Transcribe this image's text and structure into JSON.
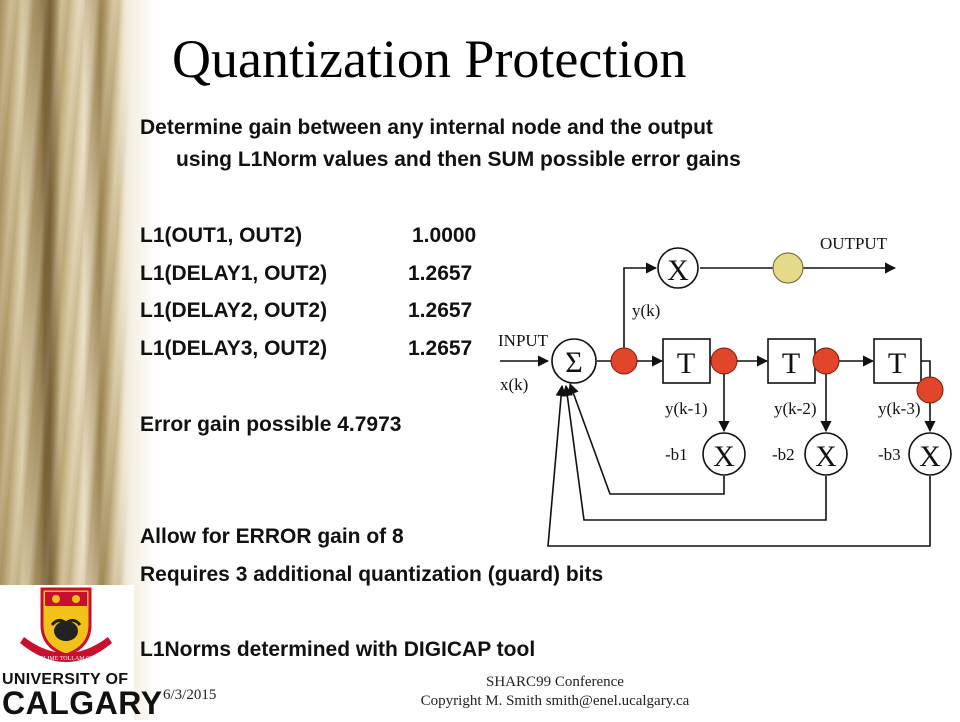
{
  "slide": {
    "title": "Quantization Protection",
    "intro_line1": "Determine gain between any internal node and the output",
    "intro_line2": "using L1Norm values and then SUM possible error gains",
    "norms": [
      {
        "label": "L1(OUT1, OUT2)",
        "value": "1.0000"
      },
      {
        "label": "L1(DELAY1, OUT2)",
        "value": "1.2657"
      },
      {
        "label": "L1(DELAY2, OUT2)",
        "value": "1.2657"
      },
      {
        "label": "L1(DELAY3, OUT2)",
        "value": "1.2657"
      }
    ],
    "error_gain": "Error gain possible 4.7973",
    "allow": "Allow for ERROR gain of 8",
    "requires": "Requires 3 additional quantization (guard) bits",
    "tool": "L1Norms determined with DIGICAP tool"
  },
  "footer": {
    "date": "6/3/2015",
    "conference": "SHARC99 Conference",
    "copyright": "Copyright M. Smith  smith@enel.ucalgary.ca"
  },
  "logo": {
    "line1": "UNIVERSITY OF",
    "line2": "CALGARY",
    "motto": "NO SUBLIME TOLLAM OCULOS"
  },
  "diagram": {
    "output": "OUTPUT",
    "input": "INPUT",
    "xk": "x(k)",
    "yk": "y(k)",
    "yk1": "y(k-1)",
    "yk2": "y(k-2)",
    "yk3": "y(k-3)",
    "b1": "-b1",
    "b2": "-b2",
    "b3": "-b3",
    "delay": "T",
    "mult": "X",
    "sum": "Σ",
    "node_color": "#e2462a",
    "output_node_color": "#e6d98a"
  }
}
